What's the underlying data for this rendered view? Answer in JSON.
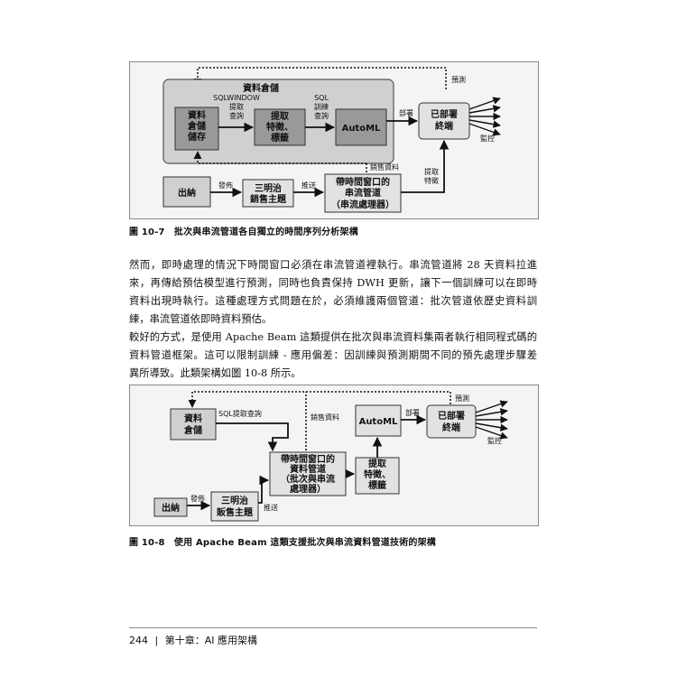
{
  "figure1": {
    "warehouse_title": "資料倉儲",
    "store_label": [
      "資料",
      "倉儲",
      "儲存"
    ],
    "sqlwindow_label": [
      "SQLWINDOW",
      "提取",
      "查詢"
    ],
    "extract_label": [
      "提取",
      "特徵、",
      "標籤"
    ],
    "sql_train_label": [
      "SQL",
      "訓練",
      "查詢"
    ],
    "automl_label": "AutoML",
    "deploy_label": "部署",
    "endpoint_label": [
      "已部署",
      "終端"
    ],
    "predict_label": "預測",
    "monitor_label": "監控",
    "sales_data_label": "銷售資料",
    "checkout_label": "出納",
    "publish_label": "發佈",
    "sandwich_label": [
      "三明治",
      "銷售主題"
    ],
    "push_label": "推送",
    "stream_label": [
      "帶時間窗口的",
      "串流管道",
      "（串流處理器）"
    ],
    "extract_feature_label": [
      "提取",
      "特徵"
    ]
  },
  "caption1": "圖 10-7　批次與串流管道各自獨立的時間序列分析架構",
  "paragraph1": [
    "然而，即時處理的情況下時間窗口必須在串流管道裡執行。串流管道將 28 天資料拉進",
    "來，再傳給預估模型進行預測，同時也負責保持 DWH 更新，讓下一個訓練可以在即時",
    "資料出現時執行。這種處理方式問題在於，必須維護兩個管道：批次管道依歷史資料訓",
    "練，串流管道依即時資料預估。"
  ],
  "paragraph2": [
    "較好的方式，是使用 Apache Beam 這類提供在批次與串流資料集兩者執行相同程式碼的",
    "資料管道框架。這可以限制訓練 - 應用偏差：因訓練與預測期間不同的預先處理步驟差",
    "異所導致。此類架構如圖 10-8 所示。"
  ],
  "figure2": {
    "warehouse_label": [
      "資料",
      "倉儲"
    ],
    "sql_query_label": "SQL提取查詢",
    "sales_data_label": "銷售資料",
    "automl_label": "AutoML",
    "deploy_label": "部署",
    "endpoint_label": [
      "已部署",
      "終端"
    ],
    "predict_label": "預測",
    "monitor_label": "監控",
    "pipeline_label": [
      "帶時間窗口的",
      "資料管道",
      "（批次與串流",
      "處理器）"
    ],
    "extract_label": [
      "提取",
      "特徵、",
      "標籤"
    ],
    "checkout_label": "出納",
    "publish_label": "發佈",
    "sandwich_label": [
      "三明治",
      "販售主題"
    ],
    "push_label": "推送"
  },
  "caption2": "圖 10-8　使用 Apache Beam 這類支援批次與串流資料管道技術的架構",
  "footer": {
    "page_number": "244",
    "separator": "|",
    "chapter": "第十章：AI 應用架構"
  }
}
